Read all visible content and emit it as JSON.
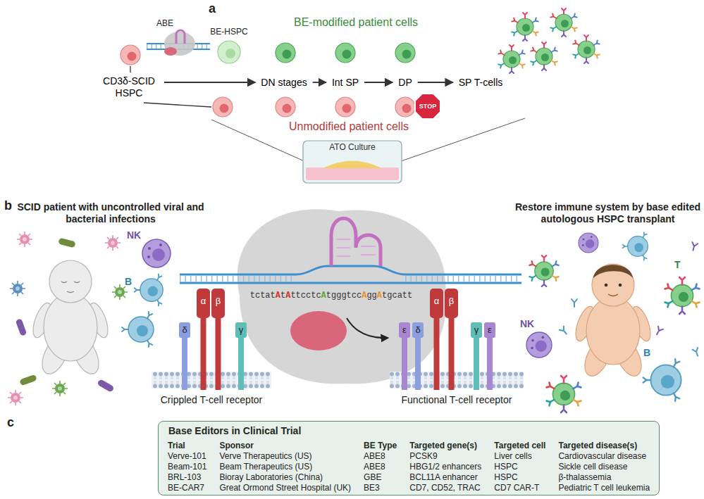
{
  "diagram": {
    "nodes": [
      {
        "text": [
          "CD3δ-SCID HSPC"
        ]
      },
      {
        "text": [
          "DN stages"
        ]
      },
      {
        "text": [
          "Int SP"
        ]
      },
      {
        "text": [
          "DP"
        ]
      },
      {
        "text": [
          "SP T-cells"
        ]
      },
      {
        "text": [
          "STOP"
        ]
      },
      {
        "text": [
          "ATO Culture"
        ]
      },
      {
        "text": [
          "Base Editors in Clinical Trial"
        ]
      }
    ],
    "edges": [
      {
        "from": 0,
        "to": 1,
        "arrow": "to"
      },
      {
        "from": 1,
        "to": 2,
        "arrow": "to"
      },
      {
        "from": 2,
        "to": 3,
        "arrow": "to"
      },
      {
        "from": 3,
        "to": 4,
        "arrow": "to"
      }
    ],
    "labels": [
      "a",
      "ABE",
      "BE-HSPC",
      "BE-modified patient cells",
      "Unmodified patient cells",
      "b",
      "SCID patient with uncontrolled viral and bacterial infections",
      "NK",
      "B",
      "Restore immune system by base edited autologous HSPC transplant",
      "NK",
      "T",
      "B",
      "δ",
      "α",
      "β",
      "γ",
      "tctatAtAttcctcAtgggtccAggAtgcatt",
      "ε",
      "δ",
      "α",
      "β",
      "γ",
      "ε",
      "Crippled T-cell receptor",
      "Functional T-cell receptor",
      "c",
      "Trial",
      "Sponsor",
      "BE Type",
      "Targeted gene(s)",
      "Targeted cell",
      "Targeted disease(s)",
      "Verve-101",
      "Verve Therapeutics (US)",
      "ABE8",
      "PCSK9",
      "Liver cells",
      "Cardiovascular disease",
      "Beam-101",
      "Beam Therapeutics (US)",
      "ABE8",
      "HBG1/2 enhancers",
      "HSPC",
      "Sickle cell disease",
      "BRL-103",
      "Bioray Laboratories (China)",
      "GBE",
      "BCL11A enhancer",
      "HSPC",
      "β-thalassemia",
      "BE-CAR7",
      "Great Ormond Street Hospital (UK)",
      "BE3",
      "CD7, CD52, TRAC",
      "CD7 CAR-T",
      "Pediatric T cell leukemia"
    ]
  }
}
